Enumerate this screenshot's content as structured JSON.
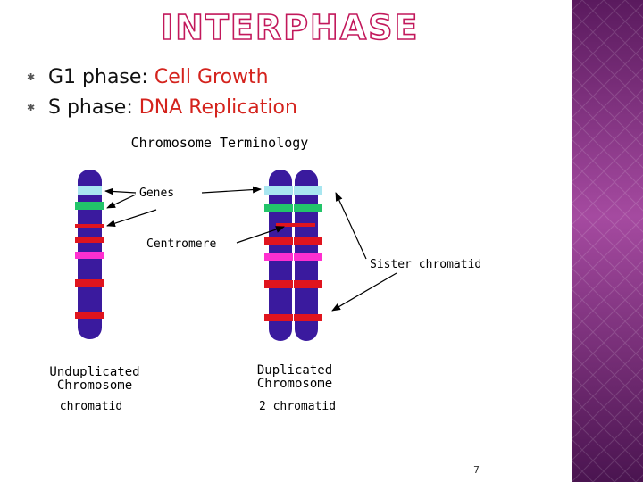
{
  "title": "INTERPHASE",
  "bullets": [
    {
      "label": "G1 phase: ",
      "detail": "Cell Growth"
    },
    {
      "label": "S phase: ",
      "detail": "DNA Replication"
    }
  ],
  "diagram": {
    "title": "Chromosome Terminology",
    "labels": {
      "genes": "Genes",
      "centromere": "Centromere",
      "sister_chromatid": "Sister chromatid",
      "unduplicated_line1": "Unduplicated",
      "unduplicated_line2": "Chromosome",
      "duplicated_line1": "Duplicated",
      "duplicated_line2": "Chromosome",
      "chromatid_caption": "chromatid",
      "two_chromatid_caption": "2 chromatid"
    }
  },
  "page_number": "7",
  "colors": {
    "title_outline": "#c2185b",
    "highlight_text": "#d4231d",
    "chromosome_body": "#3a1a9e",
    "band_light_blue": "#a8e6f0",
    "band_green": "#22c46a",
    "band_red": "#e0141e",
    "band_magenta": "#ff2fd0",
    "side_band": "#8b2f86"
  }
}
